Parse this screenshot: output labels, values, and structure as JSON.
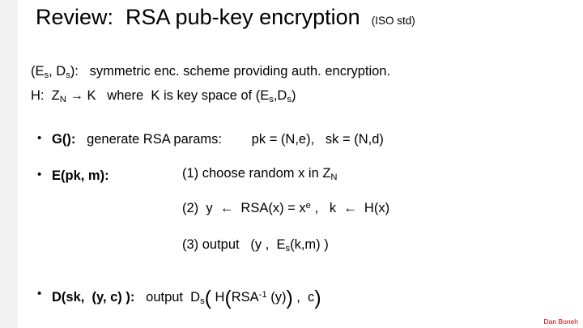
{
  "slide": {
    "title": "Review:  RSA pub-key encryption",
    "title_note": "(ISO std)",
    "intro_line1_a": "(E",
    "intro_line1_sub1": "s",
    "intro_line1_b": ", D",
    "intro_line1_sub2": "s",
    "intro_line1_c": "):   symmetric enc. scheme providing auth. encryption.",
    "intro_line2_a": "H:  Z",
    "intro_line2_sub": "N",
    "intro_line2_b": " → K   where  K is key space of (E",
    "intro_line2_sub2": "s",
    "intro_line2_c": ",D",
    "intro_line2_sub3": "s",
    "intro_line2_d": ")",
    "bullet_g_label": "G():",
    "bullet_g_text": "   generate RSA params:        pk = (N,e),   sk = (N,d)",
    "bullet_e_label": "E(pk, m):",
    "bullet_e_step1_a": "(1) choose random x in Z",
    "bullet_e_step1_sub": "N",
    "bullet_e_step2_a": "(2)  y  ←  RSA(x) = x",
    "bullet_e_step2_sup": "e",
    "bullet_e_step2_b": " ,   k  ←  H(x)",
    "bullet_e_step3": "(3) output   (y ,  E",
    "bullet_e_step3_sub": "s",
    "bullet_e_step3_b": "(k,m) )",
    "bullet_d_label": "D(sk,  (y, c) ):",
    "bullet_d_a": "   output  D",
    "bullet_d_sub": "s",
    "bullet_d_paren_open": "(",
    "bullet_d_b": " H",
    "bullet_d_paren2_open": "(",
    "bullet_d_c": "RSA",
    "bullet_d_sup": "-1",
    "bullet_d_d": " (y)",
    "bullet_d_paren2_close": ")",
    "bullet_d_e": " ,  c",
    "bullet_d_paren_close": ")",
    "footer": "Dan Boneh"
  }
}
